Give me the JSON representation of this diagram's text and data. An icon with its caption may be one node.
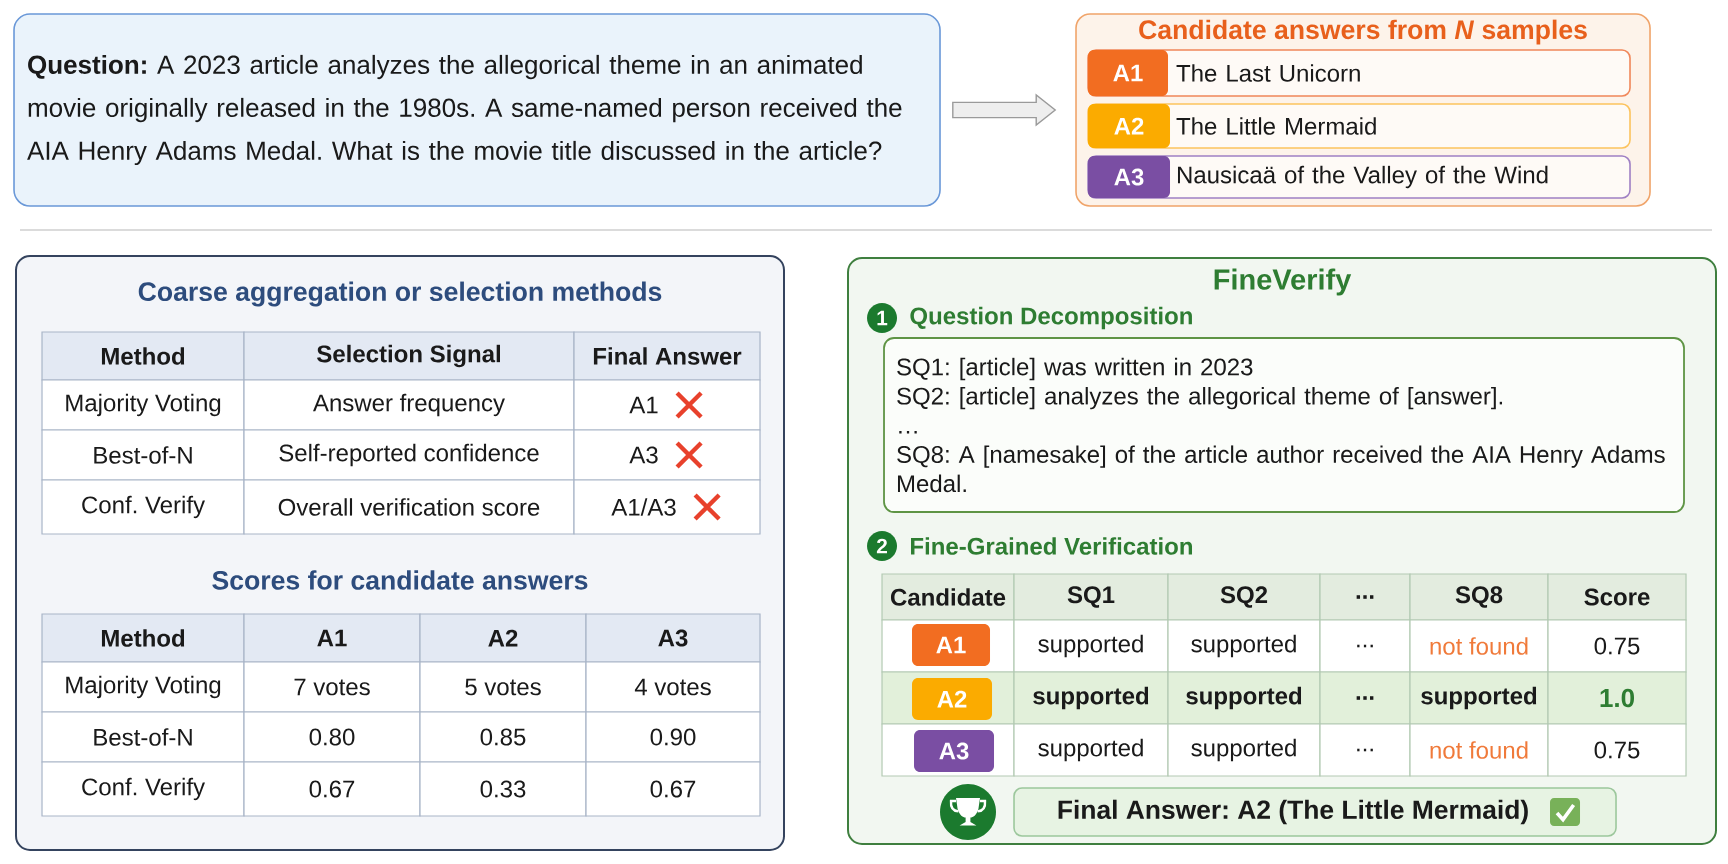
{
  "diagram": {
    "nodes": [
      {
        "text": [
          "**Question:** A 2023 article analyzes the allegorical theme in an animated movie originally released in the 1980s. A same-named person received the AIA Henry Adams Medal. What is the movie title discussed in the article?"
        ]
      },
      {
        "text": [
          "Candidate answers from *N* samples"
        ]
      },
      {
        "text": [
          "The Last Unicorn"
        ],
        "in": 1
      },
      {
        "text": [
          "A1"
        ],
        "in": 2
      },
      {
        "text": [
          "The Little Mermaid"
        ],
        "in": 1
      },
      {
        "text": [
          "A2"
        ],
        "in": 4
      },
      {
        "text": [
          "Nausicaä of the Valley of the Wind"
        ],
        "in": 1
      },
      {
        "text": [
          "A3"
        ],
        "in": 6
      },
      {
        "text": [
          "Coarse aggregation or selection methods",
          "Scores for candidate answers"
        ]
      },
      {
        "text": [
          "FineVerify"
        ]
      },
      {
        "text": [
          "1"
        ],
        "beside": [
          "Question Decomposition"
        ],
        "in": 9
      },
      {
        "text": [
          "SQ1: [article] was written in 2023",
          "SQ2: [article] analyzes the allegorical theme of [answer].",
          "…",
          "SQ8: A [namesake] of the article author received the AIA Henry Adams Medal."
        ],
        "in": 9
      },
      {
        "text": [
          "2"
        ],
        "beside": [
          "Fine-Grained Verification"
        ],
        "in": 9
      },
      {
        "text": [
          "A1"
        ],
        "in": 9
      },
      {
        "text": [
          "A2"
        ],
        "in": 9
      },
      {
        "text": [
          "A3"
        ],
        "in": 9
      },
      {
        "text": [
          "Final Answer: A2 (The Little Mermaid)"
        ],
        "in": 9
      }
    ],
    "edges": [
      {
        "from": 0,
        "to": 1,
        "arrow": "to"
      }
    ],
    "labels": [
      "Method",
      "Selection Signal",
      "Final Answer",
      "Majority Voting",
      "Answer frequency",
      "A1",
      "Best-of-N",
      "Self-reported confidence",
      "A3",
      "Conf. Verify",
      "Overall verification score",
      "A1/A3",
      "Method",
      "A1",
      "A2",
      "A3",
      "Majority Voting",
      "7 votes",
      "5 votes",
      "4 votes",
      "Best-of-N",
      "0.80",
      "0.85",
      "0.90",
      "Conf. Verify",
      "0.67",
      "0.33",
      "0.67",
      "Candidate",
      "SQ1",
      "SQ2",
      "...",
      "SQ8",
      "Score",
      "supported",
      "supported",
      "...",
      "not found",
      "0.75",
      "supported",
      "supported",
      "...",
      "supported",
      "1.0",
      "supported",
      "supported",
      "...",
      "not found",
      "0.75"
    ]
  }
}
